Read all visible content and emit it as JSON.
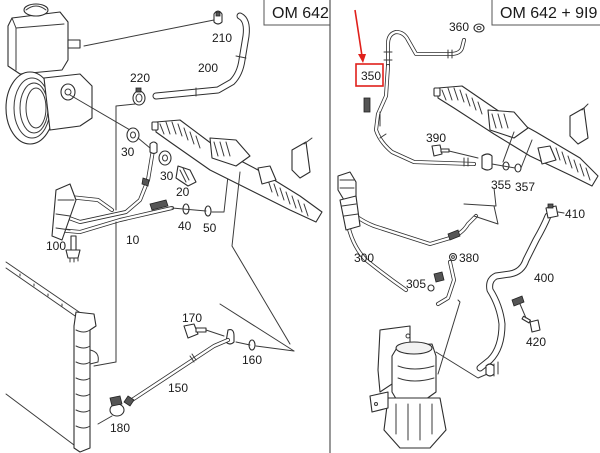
{
  "panels": [
    {
      "id": "left",
      "title": "OM 642",
      "labels": [
        "210",
        "200",
        "220",
        "30",
        "30",
        "20",
        "40",
        "50",
        "10",
        "100",
        "170",
        "160",
        "150",
        "180"
      ]
    },
    {
      "id": "right",
      "title": "OM 642 + 9I9",
      "labels": [
        "360",
        "350",
        "390",
        "355",
        "357",
        "410",
        "300",
        "380",
        "305",
        "400",
        "420"
      ]
    }
  ],
  "highlight": {
    "part_number": "350",
    "color": "#e0201b",
    "marker": "arrow-down"
  },
  "colors": {
    "line_art": "#2e2e2e",
    "background": "#ffffff",
    "highlight": "#e0201b"
  }
}
